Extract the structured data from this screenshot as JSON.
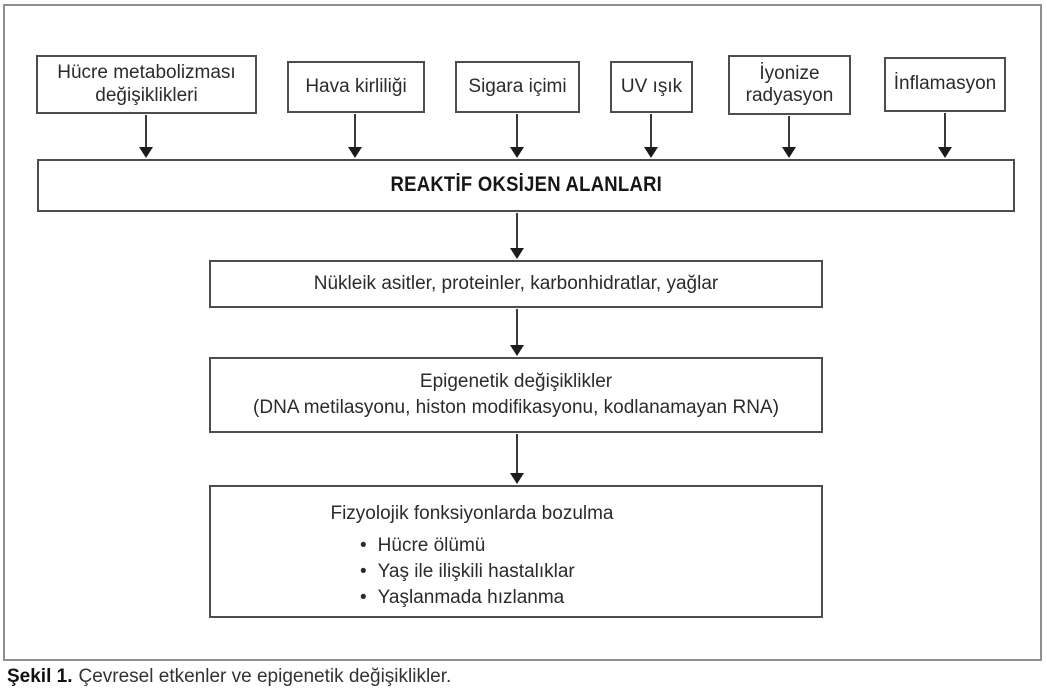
{
  "figure": {
    "caption_label": "Şekil 1.",
    "caption_text": "Çevresel etkenler ve epigenetik değişiklikler."
  },
  "flowchart": {
    "sources": [
      {
        "label": "Hücre metabolizması değişiklikleri"
      },
      {
        "label": "Hava kirliliği"
      },
      {
        "label": "Sigara içimi"
      },
      {
        "label": "UV ışık"
      },
      {
        "label": "İyonize radyasyon"
      },
      {
        "label": "İnflamasyon"
      }
    ],
    "ros_band": {
      "label": "REAKTİF OKSİJEN ALANLARI"
    },
    "targets": {
      "label": "Nükleik asitler, proteinler, karbonhidratlar, yağlar"
    },
    "epigenetic": {
      "line1": "Epigenetik değişiklikler",
      "line2": "(DNA metilasyonu, histon modifikasyonu, kodlanamayan RNA)"
    },
    "outcome": {
      "title": "Fizyolojik fonksiyonlarda bozulma",
      "bullet_glyph": "•",
      "bullets": [
        "Hücre ölümü",
        "Yaş ile ilişkili hastalıklar",
        "Yaşlanmada hızlanma"
      ]
    }
  },
  "colors": {
    "frame_border": "#8f8f8f",
    "box_border": "#4d4d4d",
    "text": "#2b2b2b",
    "arrow": "#1c1c1c"
  }
}
